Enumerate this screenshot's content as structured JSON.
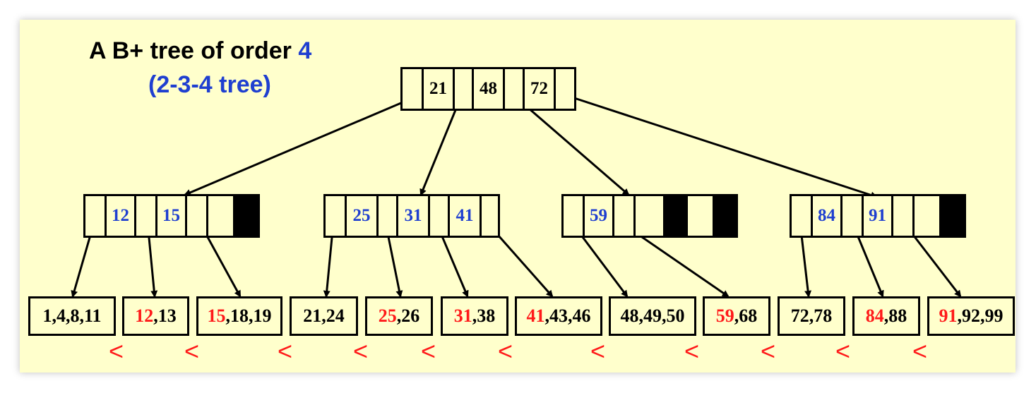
{
  "title": {
    "text": "A B+ tree of order ",
    "order": "4",
    "subtitle": "(2-3-4 tree)"
  },
  "root": {
    "keys": [
      "21",
      "48",
      "72"
    ]
  },
  "inner_nodes": [
    {
      "keys": [
        "12",
        "15",
        ""
      ],
      "blanks": 1
    },
    {
      "keys": [
        "25",
        "31",
        "41"
      ]
    },
    {
      "keys": [
        "59",
        "",
        ""
      ]
    },
    {
      "keys": [
        "84",
        "91",
        ""
      ]
    }
  ],
  "leaves": [
    {
      "first": "",
      "rest": "1,4,8,11"
    },
    {
      "first": "12",
      "rest": ",13"
    },
    {
      "first": "15",
      "rest": ",18,19"
    },
    {
      "first": "",
      "rest": "21,24"
    },
    {
      "first": "25",
      "rest": ",26"
    },
    {
      "first": "31",
      "rest": ",38"
    },
    {
      "first": "41",
      "rest": ",43,46"
    },
    {
      "first": "",
      "rest": "48,49,50"
    },
    {
      "first": "59",
      "rest": ",68"
    },
    {
      "first": "",
      "rest": "72,78"
    },
    {
      "first": "84",
      "rest": ",88"
    },
    {
      "first": "91",
      "rest": ",92,99"
    }
  ],
  "less_than_marks": [
    "<",
    "<",
    "<",
    "<",
    "<",
    "<",
    "<",
    "<",
    "<",
    "<",
    "<"
  ],
  "colors": {
    "background": "#ffffcc",
    "key_blue": "#1f3fd0",
    "separator_red": "#ff1a1a",
    "line": "#000000"
  }
}
